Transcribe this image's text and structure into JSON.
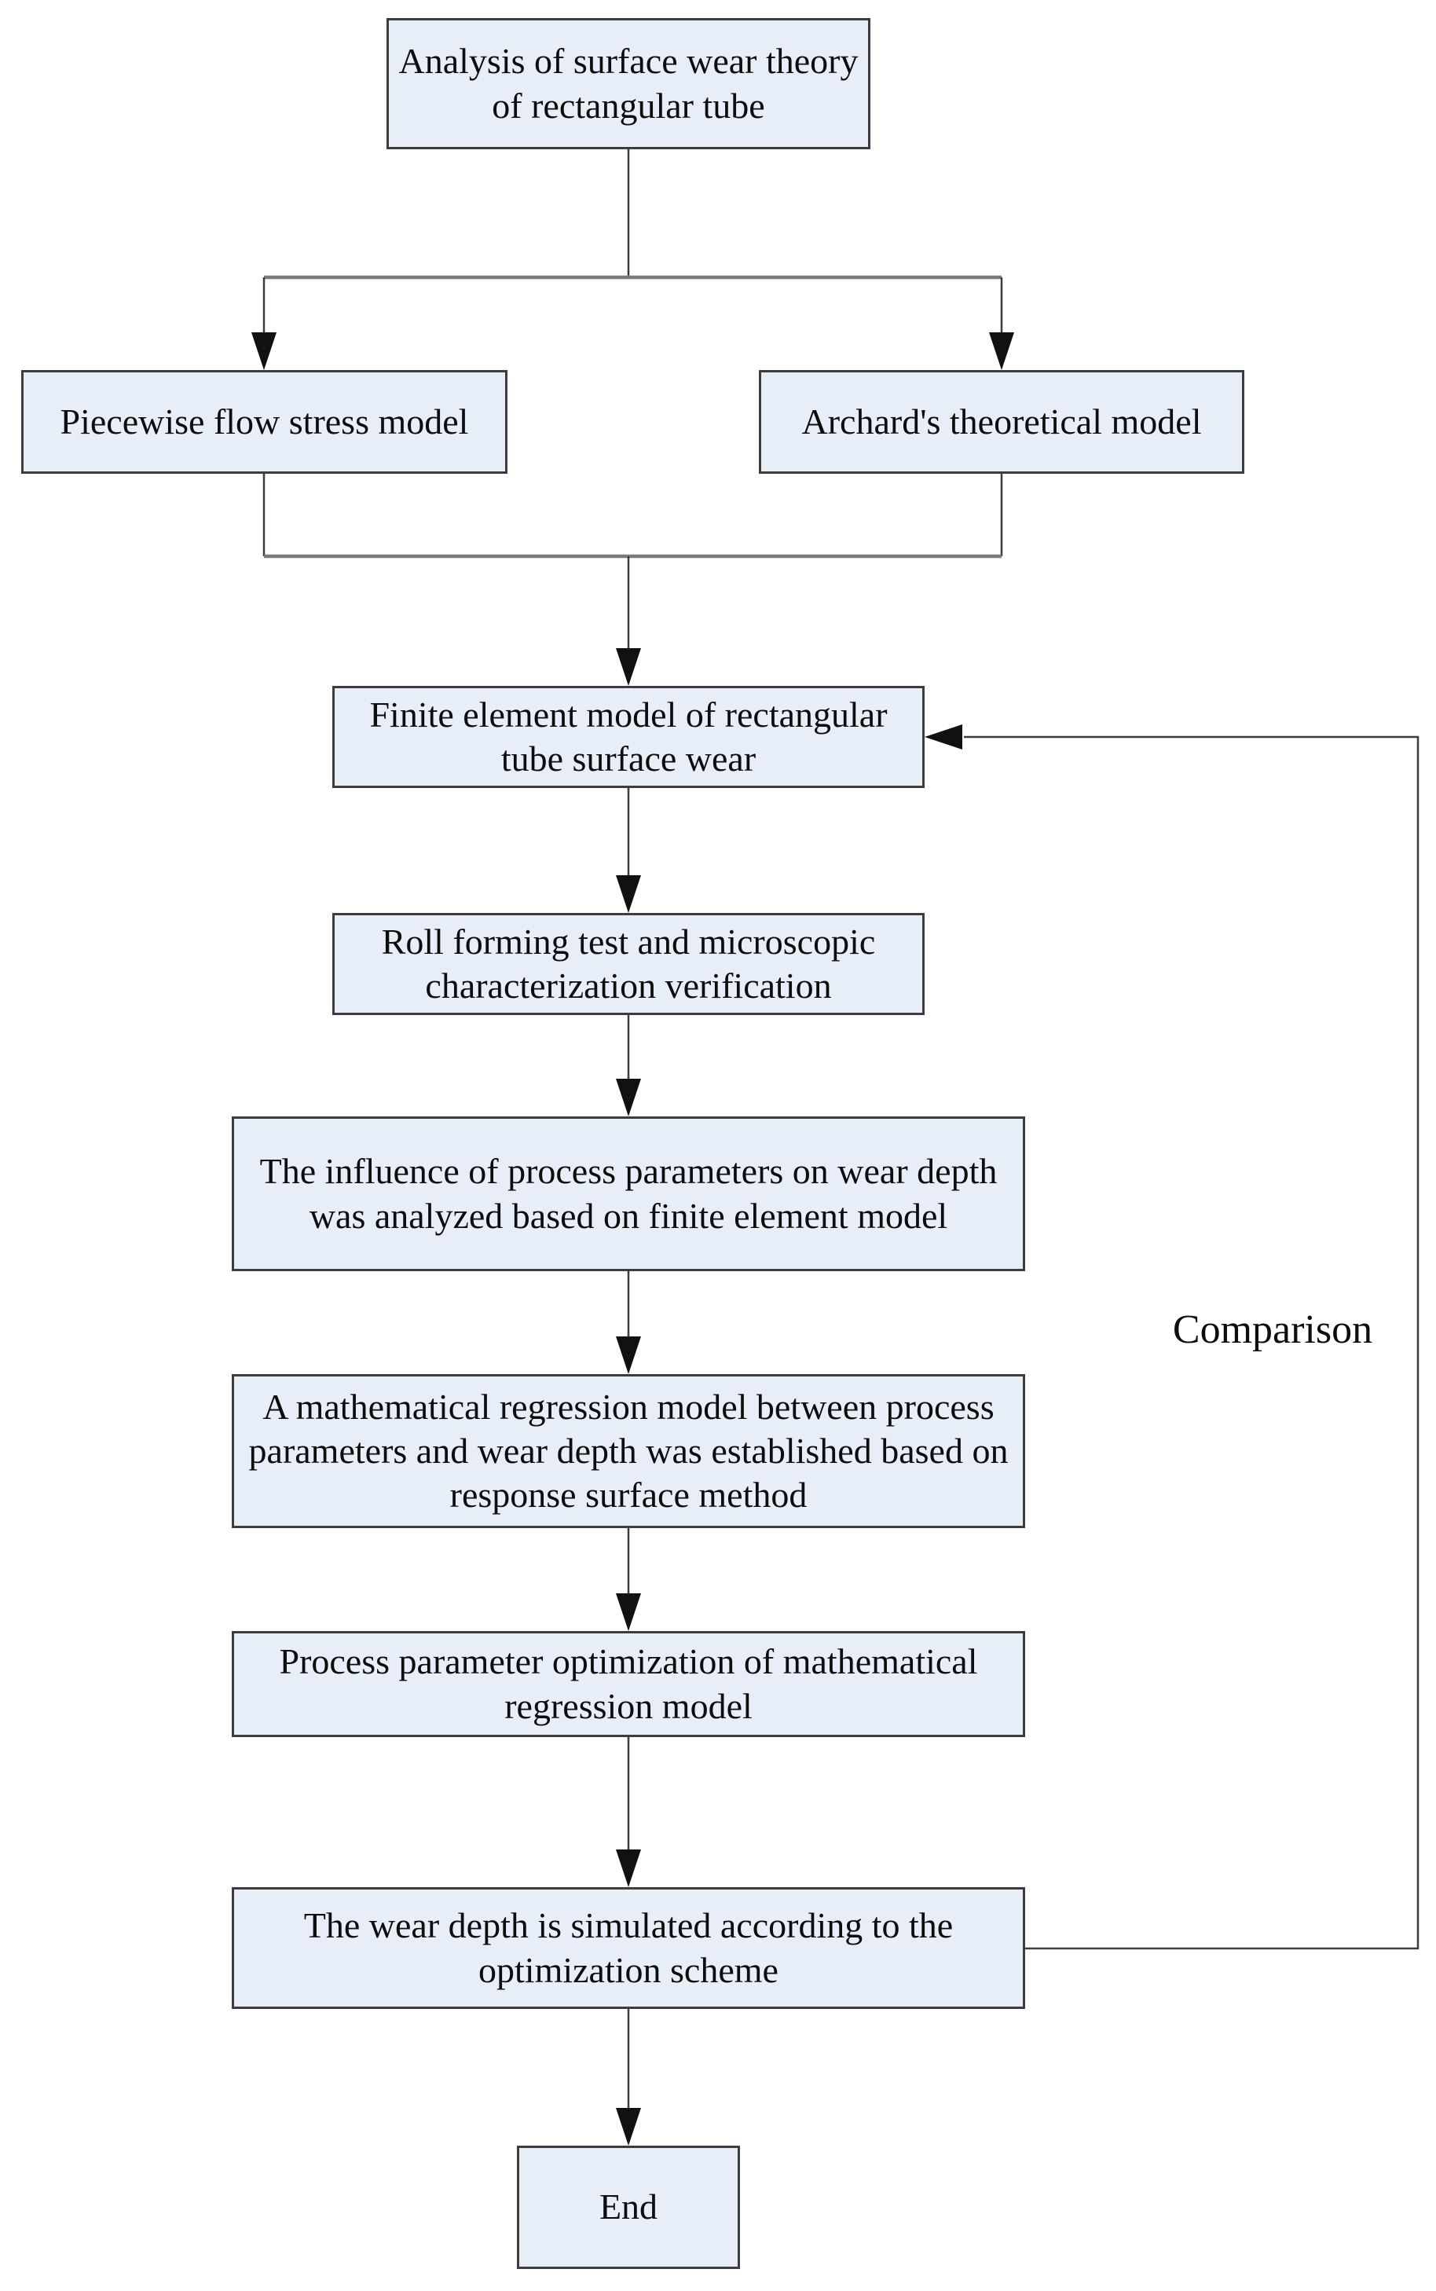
{
  "diagram": {
    "type": "flowchart",
    "nodes": {
      "analysis": {
        "label": "Analysis of surface wear theory of rectangular tube"
      },
      "piecewise": {
        "label": "Piecewise flow stress model"
      },
      "archard": {
        "label": "Archard's theoretical model"
      },
      "fem": {
        "label": "Finite element model of rectangular tube surface wear"
      },
      "roll_test": {
        "label": "Roll forming test and microscopic characterization verification"
      },
      "influence": {
        "label": "The influence of process parameters on wear depth was analyzed based on finite element model"
      },
      "regression": {
        "label": "A mathematical regression model between process parameters and wear depth was established based on response surface method"
      },
      "optimization": {
        "label": "Process parameter optimization of mathematical regression model"
      },
      "simulation": {
        "label": "The wear depth is simulated according to the optimization scheme"
      },
      "end": {
        "label": "End"
      }
    },
    "edge_labels": {
      "comparison": "Comparison"
    },
    "colors": {
      "node_fill": "#e8eef8",
      "node_border": "#3d3d3d",
      "connector": "#3c3c3c",
      "connector_thick": "#7a7a7a",
      "arrow": "#111111",
      "text": "#0d0d0d",
      "background": "#ffffff"
    }
  }
}
